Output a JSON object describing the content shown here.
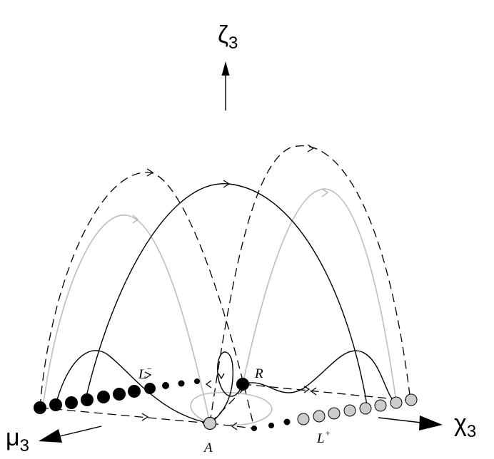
{
  "axes": {
    "vertical": {
      "symbol": "ζ",
      "subscript": "3"
    },
    "horizontal": {
      "symbol": "χ",
      "subscript": "3"
    },
    "depth": {
      "symbol": "μ",
      "subscript": "3"
    }
  },
  "points": {
    "A": {
      "text": "A",
      "fill": "#cccccc"
    },
    "R": {
      "text": "R",
      "fill": "#000000"
    },
    "L_minus": {
      "text": "L",
      "sup": "−",
      "fill": "#000000"
    },
    "L_plus": {
      "text": "L",
      "sup": "+",
      "fill": "#cccccc"
    }
  },
  "colors": {
    "black_orbit": "#000000",
    "gray_orbit": "#bdbdbd",
    "gray_dot": "#cccccc"
  }
}
